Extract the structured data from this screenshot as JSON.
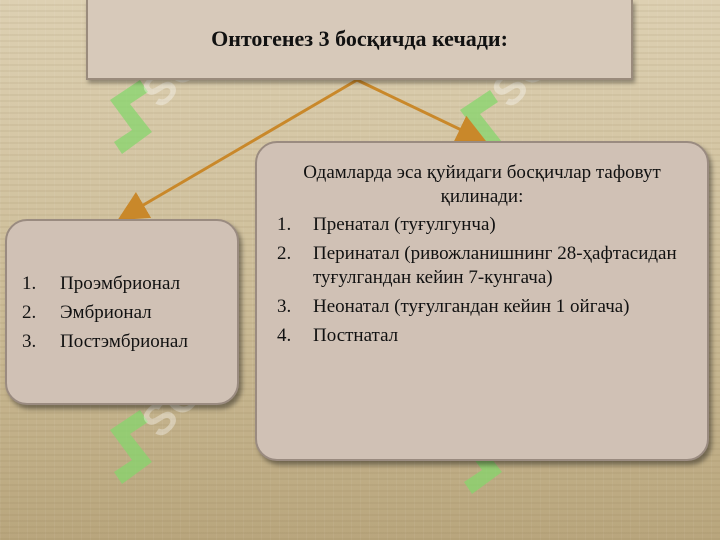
{
  "title": "Онтогенез 3 босқичда кечади:",
  "left_list": [
    {
      "num": "1.",
      "text": "Проэмбрионал"
    },
    {
      "num": "2.",
      "text": "Эмбрионал"
    },
    {
      "num": "3.",
      "text": "Постэмбрионал"
    }
  ],
  "right_box": {
    "intro": "Одамларда эса қуйидаги босқичлар тафовут қилинади:",
    "items": [
      {
        "num": "1.",
        "text": "Пренатал (туғулгунча)"
      },
      {
        "num": "2.",
        "text": "Перинатал (ривожланишнинг 28-ҳафтасидан туғулгандан кейин 7-кунгача)"
      },
      {
        "num": "3.",
        "text": "Неонатал (туғулгандан кейин 1 ойгача)"
      },
      {
        "num": "4.",
        "text": "Постнатал"
      }
    ]
  },
  "watermark": "SOFT",
  "colors": {
    "arrow": "#c9882a",
    "box_fill": "#d0c1b5",
    "watermark_green": "#7fd36a"
  }
}
